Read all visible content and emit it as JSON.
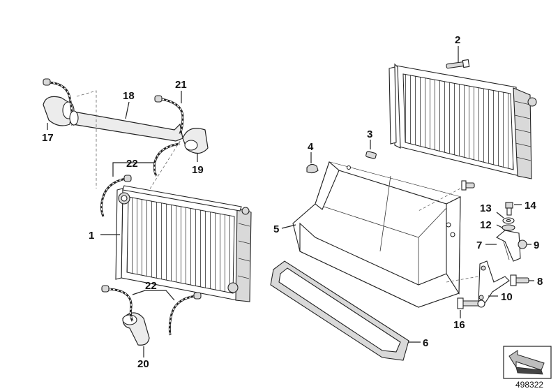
{
  "diagram": {
    "doc_number": "498322",
    "callouts": [
      {
        "id": "1",
        "label": "1"
      },
      {
        "id": "2",
        "label": "2"
      },
      {
        "id": "3",
        "label": "3"
      },
      {
        "id": "4",
        "label": "4"
      },
      {
        "id": "5",
        "label": "5"
      },
      {
        "id": "6",
        "label": "6"
      },
      {
        "id": "7",
        "label": "7"
      },
      {
        "id": "8",
        "label": "8"
      },
      {
        "id": "9",
        "label": "9"
      },
      {
        "id": "10",
        "label": "10"
      },
      {
        "id": "12",
        "label": "12"
      },
      {
        "id": "13",
        "label": "13"
      },
      {
        "id": "14",
        "label": "14"
      },
      {
        "id": "16",
        "label": "16"
      },
      {
        "id": "17",
        "label": "17"
      },
      {
        "id": "18",
        "label": "18"
      },
      {
        "id": "19",
        "label": "19"
      },
      {
        "id": "20",
        "label": "20"
      },
      {
        "id": "21",
        "label": "21"
      },
      {
        "id": "22a",
        "label": "22"
      },
      {
        "id": "22b",
        "label": "22"
      }
    ],
    "colors": {
      "line": "#222222",
      "fill": "#ffffff",
      "shade": "#d9d9d9",
      "background": "#ffffff"
    },
    "icons": [
      "radiator-icon",
      "hose-icon",
      "sensor-cable-icon",
      "bracket-icon",
      "air-duct-icon",
      "seal-frame-icon",
      "bolt-icon",
      "washer-icon",
      "direction-arrow-icon"
    ]
  }
}
